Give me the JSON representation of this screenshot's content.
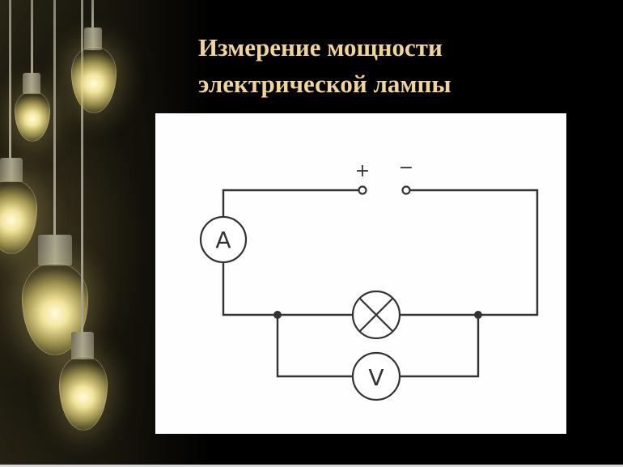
{
  "slide": {
    "title_line1": "Измерение мощности",
    "title_line2": "электрической лампы",
    "title_color": "#f1d596",
    "background_color": "#000000"
  },
  "diagram": {
    "type": "circuit",
    "terminals": [
      {
        "label": "+",
        "polarity": "positive"
      },
      {
        "label": "−",
        "polarity": "negative"
      }
    ],
    "components": [
      {
        "id": "ammeter",
        "symbol": "A",
        "connection": "series"
      },
      {
        "id": "lamp",
        "symbol": "⊗",
        "connection": "series"
      },
      {
        "id": "voltmeter",
        "symbol": "V",
        "connection": "parallel to lamp"
      }
    ],
    "line_color": "#333333"
  }
}
